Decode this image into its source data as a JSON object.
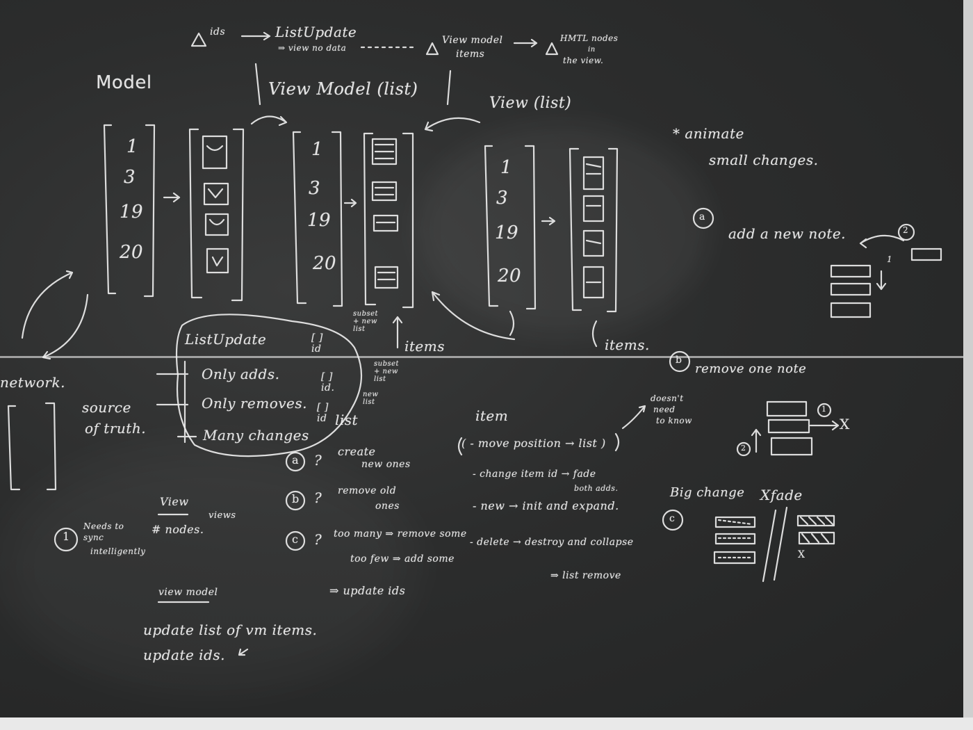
{
  "top_flow": {
    "ids": "ids",
    "list_update": "ListUpdate",
    "view_no_data": "⇒ view no data",
    "view_model_items": [
      "View model",
      "items"
    ],
    "html_nodes": [
      "HMTL nodes",
      "in",
      "the view."
    ]
  },
  "headings": {
    "model": "Model",
    "view_model": "View Model (list)",
    "view": "View (list)"
  },
  "model_numbers": [
    "1",
    "3",
    "19",
    "20"
  ],
  "vm_numbers": [
    "1",
    "3",
    "19",
    "20"
  ],
  "view_numbers": [
    "1",
    "3",
    "19",
    "20"
  ],
  "items_label_1": "items",
  "items_label_2": "items.",
  "subset_labels": [
    "subset + new list",
    "subset + new list",
    "new list"
  ],
  "list_update_box": {
    "title": "ListUpdate",
    "rows": [
      "Only adds.",
      "Only removes.",
      "Many changes"
    ],
    "suffixes": [
      "[ ] id",
      "[ ] id.",
      "[ ] id"
    ],
    "list_word": "list"
  },
  "left": {
    "network": "network.",
    "source_of_truth": [
      "source",
      "of truth."
    ]
  },
  "cases": {
    "a": [
      "create",
      "new ones"
    ],
    "b": [
      "remove old",
      "ones"
    ],
    "c": [
      "too many ⇒ remove some",
      "too few ⇒ add some"
    ],
    "update_ids": "⇒ update ids"
  },
  "markers": [
    "a",
    "b",
    "c"
  ],
  "item_section": {
    "title": "item",
    "rows": [
      "( - move position → list )",
      "- change item id → fade",
      "- new → init and expand.",
      "- delete → destroy and collapse",
      "⇒ list remove"
    ],
    "doesnt_need": [
      "doesn't",
      "need",
      "to know"
    ],
    "both_adds": "both adds."
  },
  "notes": {
    "needs_sync": [
      "Needs to",
      "sync",
      "intelligently"
    ],
    "view": "View",
    "nodes": "# nodes.",
    "views": "views",
    "view_model": "view model",
    "update_list": "update list of vm items.",
    "update_ids": "update ids."
  },
  "right": {
    "animate": "* animate",
    "small_changes": "small changes.",
    "add_note": "add a new note.",
    "remove_note": "remove one note",
    "big_change": "Big change",
    "xfade": "Xfade",
    "one": "1",
    "two": "2",
    "x": "X"
  }
}
